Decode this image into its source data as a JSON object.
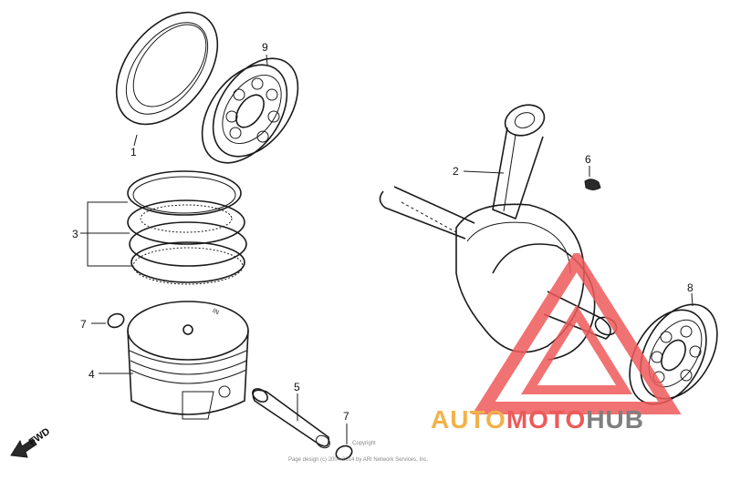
{
  "callouts": {
    "c1": "1",
    "c2": "2",
    "c3": "3",
    "c4": "4",
    "c5": "5",
    "c6": "6",
    "c7a": "7",
    "c7b": "7",
    "c8": "8",
    "c9": "9"
  },
  "piston_stamp": "IN",
  "fwd_label": "FWD",
  "footer_copyright": "Page design (c) 2004-2014 by ARI Network Services, Inc.",
  "copyright_mark": "Copyright",
  "watermark": {
    "part1": "AUTO",
    "part2": "MOTO",
    "part3": "HUB",
    "colors": {
      "auto": "#f2b24a",
      "moto": "#ee5a5a",
      "hub": "#7f7f7f",
      "triangle": "#ee5a5a"
    }
  }
}
